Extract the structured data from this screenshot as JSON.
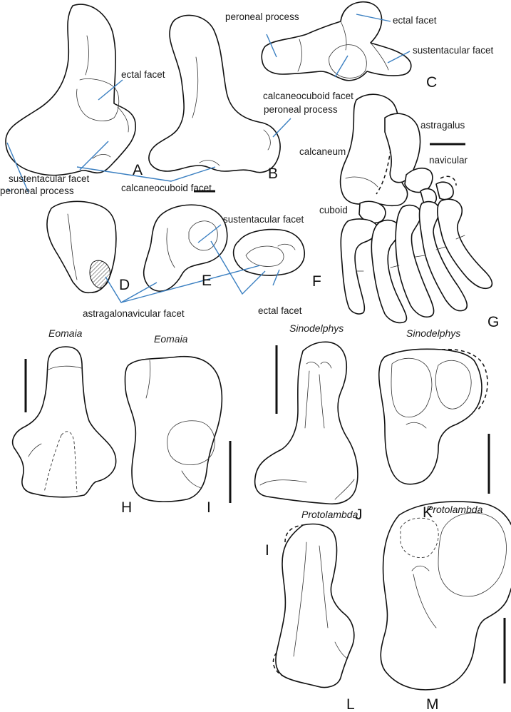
{
  "annotations": {
    "ectal_facet": "ectal facet",
    "peroneal_process": "peroneal process",
    "sustentacular_facet": "sustentacular facet",
    "calcaneocuboid_facet": "calcaneocuboid facet",
    "astragalonavicular_facet": "astragalonavicular facet",
    "astragalus": "astragalus",
    "calcaneum": "calcaneum",
    "navicular": "navicular",
    "cuboid": "cuboid"
  },
  "panels": [
    "A",
    "B",
    "C",
    "D",
    "E",
    "F",
    "G",
    "H",
    "I",
    "J",
    "K",
    "L",
    "M"
  ],
  "taxa": {
    "eomaia": "Eomaia",
    "sinodelphys": "Sinodelphys",
    "protolambda": "Protolambda"
  },
  "colors": {
    "leader_line": "#3a7fc1",
    "outline": "#111111"
  }
}
